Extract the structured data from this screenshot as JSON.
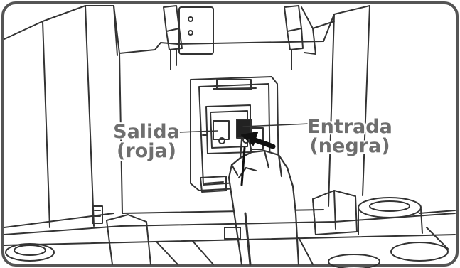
{
  "labels": {
    "salida": {
      "line1": "Salida",
      "line2": "(roja)"
    },
    "entrada": {
      "line1": "Entrada",
      "line2": "(negra)"
    }
  },
  "colors": {
    "line": "#333333",
    "label_text": "#6e6e6e",
    "frame": "#555555",
    "background": "#ffffff"
  }
}
